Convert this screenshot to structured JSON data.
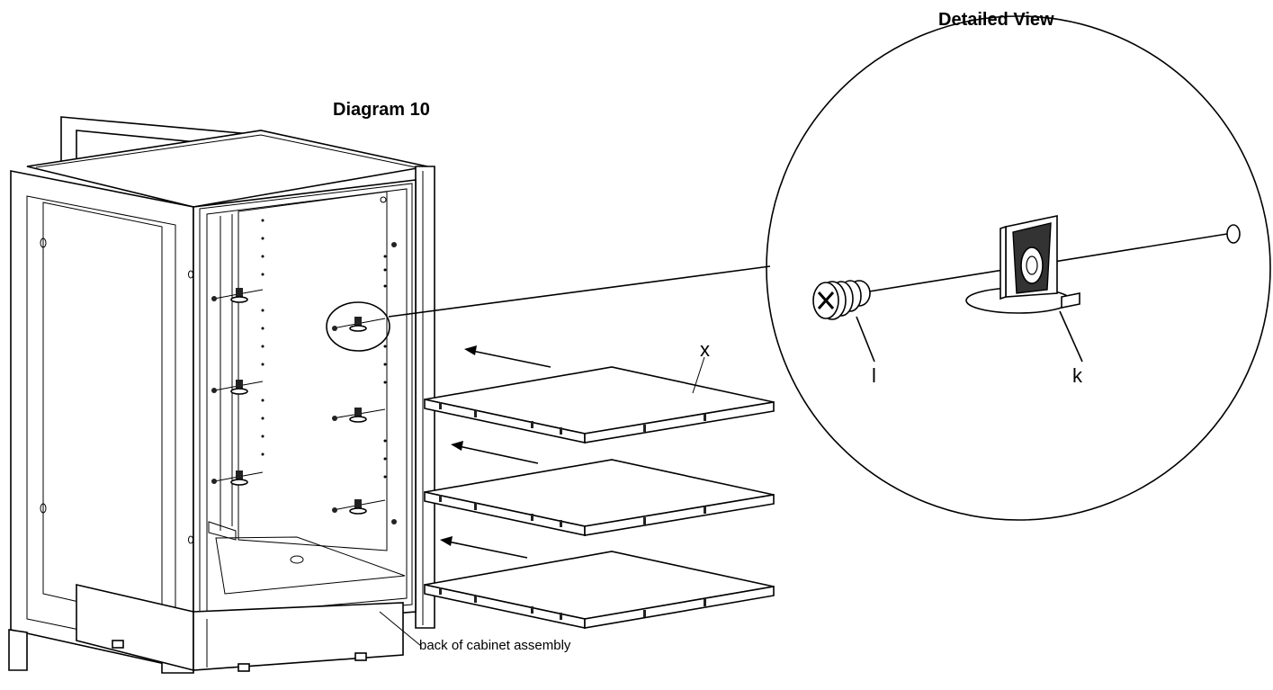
{
  "diagram": {
    "title": "Diagram 10",
    "detail_title": "Detailed View",
    "labels": {
      "shelf": "x",
      "screw": "l",
      "shelf_support": "k",
      "back_note": "back of cabinet assembly"
    }
  }
}
